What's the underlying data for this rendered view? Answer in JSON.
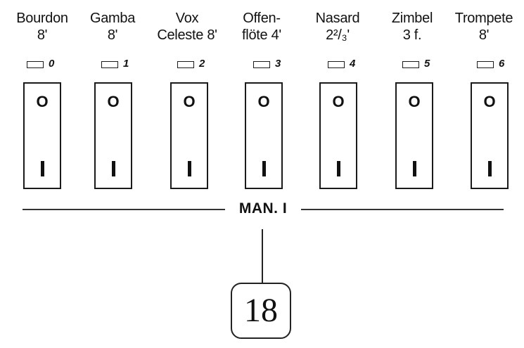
{
  "stops": [
    {
      "name": "Bourdon\n8'",
      "index": "0",
      "off_symbol": "O",
      "on_symbol": "I"
    },
    {
      "name": "Gamba\n8'",
      "index": "1",
      "off_symbol": "O",
      "on_symbol": "I"
    },
    {
      "name": "Vox\nCeleste 8'",
      "index": "2",
      "off_symbol": "O",
      "on_symbol": "I"
    },
    {
      "name": "Offen-\nflöte 4'",
      "index": "3",
      "off_symbol": "O",
      "on_symbol": "I"
    },
    {
      "name": "Nasard\n2²/₃'",
      "index": "4",
      "off_symbol": "O",
      "on_symbol": "I"
    },
    {
      "name": "Zimbel\n3 f.",
      "index": "5",
      "off_symbol": "O",
      "on_symbol": "I"
    },
    {
      "name": "Trompete\n8'",
      "index": "6",
      "off_symbol": "O",
      "on_symbol": "I"
    }
  ],
  "manual_label": "MAN. I",
  "callout_number": "18"
}
